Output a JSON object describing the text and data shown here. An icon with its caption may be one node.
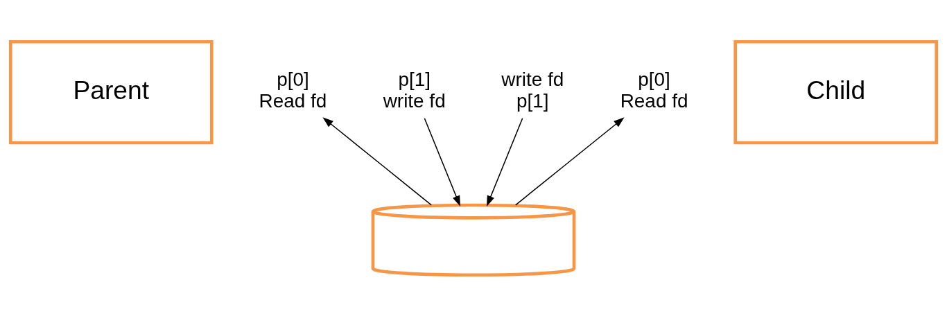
{
  "diagram": {
    "nodes": [
      {
        "text": [
          "Parent"
        ]
      },
      {
        "text": [
          "p[0]",
          "Read fd"
        ]
      },
      {
        "text": [
          "p[1]",
          "write fd"
        ]
      },
      {
        "text": [
          "Child"
        ]
      },
      {
        "text": [
          "p[0]",
          "Read fd"
        ]
      },
      {
        "text": [
          "write fd",
          "p[1]"
        ]
      },
      {
        "text": [],
        "shape": "cylinder"
      }
    ],
    "edges": [
      {
        "from": 5,
        "to": 6,
        "arrow": "to"
      },
      {
        "from": 2,
        "to": 6,
        "arrow": "to"
      },
      {
        "from": 6,
        "to": 1,
        "arrow": "to"
      },
      {
        "from": 6,
        "to": 4,
        "arrow": "to"
      }
    ]
  }
}
